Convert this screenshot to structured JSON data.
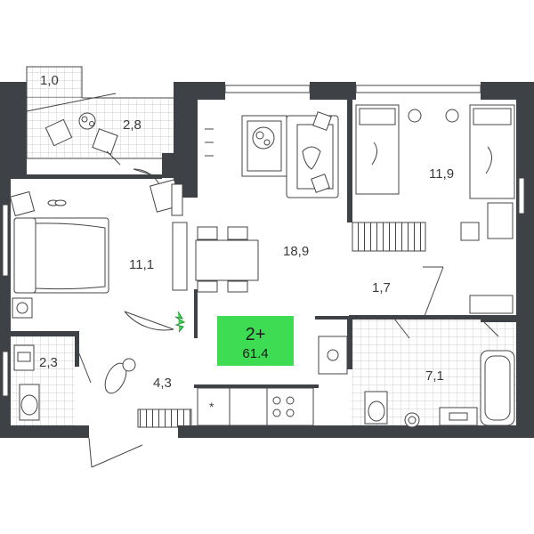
{
  "badge": {
    "rooms": "2+",
    "area": "61.4",
    "color": "#3ddc52"
  },
  "colors": {
    "wall": "#3e4246",
    "line": "#444444",
    "tile": "#bdbdbd"
  },
  "rooms": [
    {
      "id": "balcony-small",
      "area": "1,0"
    },
    {
      "id": "balcony",
      "area": "2,8"
    },
    {
      "id": "bedroom",
      "area": "11,1"
    },
    {
      "id": "living-kitchen",
      "area": "18,9"
    },
    {
      "id": "kids-room",
      "area": "11,9"
    },
    {
      "id": "corridor",
      "area": "1,7"
    },
    {
      "id": "toilet",
      "area": "2,3"
    },
    {
      "id": "hall",
      "area": "4,3"
    },
    {
      "id": "bathroom",
      "area": "7,1"
    }
  ]
}
